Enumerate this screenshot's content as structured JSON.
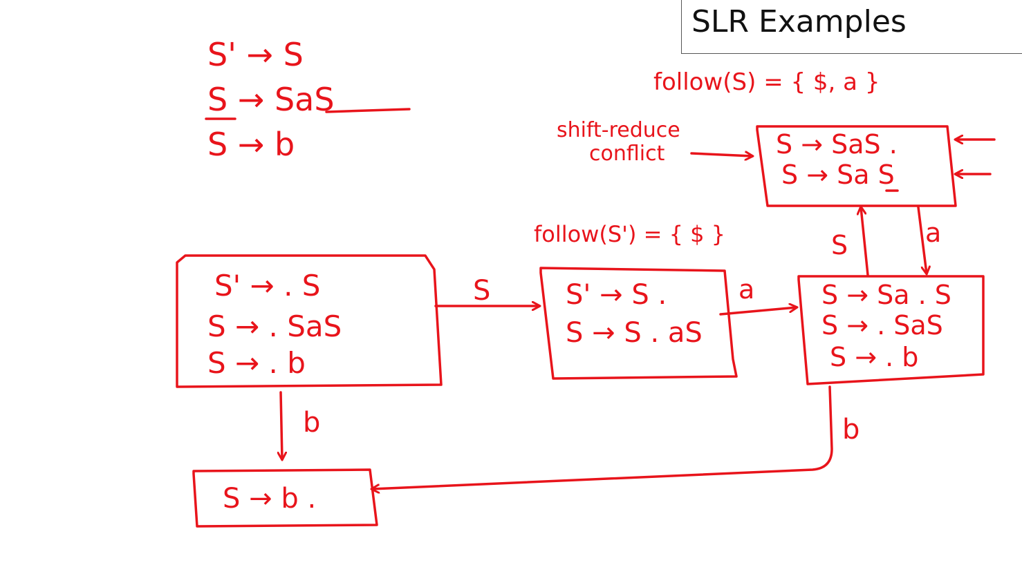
{
  "title": "SLR Examples",
  "ink_color": "#e8141b",
  "grammar": [
    "S' → S",
    "S → SaS",
    "S → b"
  ],
  "follow_s": "follow(S) = { $, a }",
  "follow_s_prime": "follow(S') = { $ }",
  "conflict_note": {
    "line1": "shift-reduce",
    "line2": "conflict"
  },
  "states": {
    "i0": [
      "S' → . S",
      "S → . SaS",
      "S → . b"
    ],
    "i1": [
      "S' → S .",
      "S → S . aS"
    ],
    "i2": [
      "S → Sa . S",
      "S → . SaS",
      "S → . b"
    ],
    "i3": [
      "S → SaS .",
      "S → Sa S"
    ],
    "i4": [
      "S → b ."
    ]
  },
  "transitions": {
    "i0_to_i1": "S",
    "i1_to_i2": "a",
    "i0_to_i4": "b",
    "i2_to_i4": "b",
    "i2_to_i3": "S",
    "i3_to_i2": "a"
  }
}
